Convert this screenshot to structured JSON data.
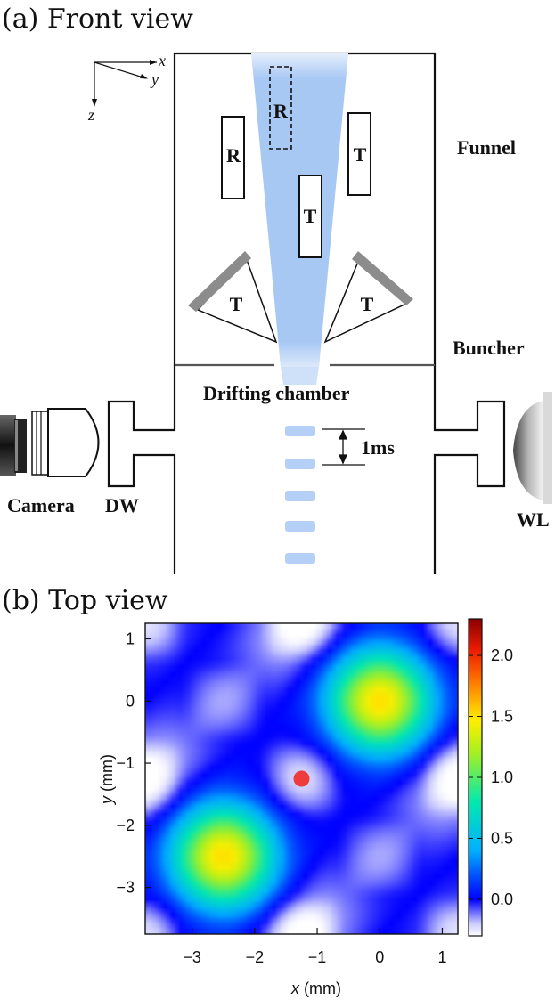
{
  "panel_a": {
    "title": "(a) Front view",
    "labels": {
      "funnel": "Funnel",
      "buncher": "Buncher",
      "drifting": "Drifting chamber",
      "interval": "1ms",
      "camera": "Camera",
      "dw": "DW",
      "wl": "WL"
    },
    "mirrors": {
      "r": "R",
      "t": "T"
    },
    "axes": {
      "x": "x",
      "y": "y",
      "z": "z"
    }
  },
  "panel_b": {
    "title": "(b) Top view",
    "xlabel_var": "x",
    "xlabel_unit": " (mm)",
    "ylabel_var": "y",
    "ylabel_unit": " (mm)"
  },
  "colors": {
    "beam": "#a8c8f4",
    "mirror_gray": "#8c8c8c",
    "marker": "#ee3b3b"
  },
  "chart_data": {
    "type": "heatmap",
    "xlim": [
      -3.75,
      1.25
    ],
    "ylim": [
      -3.75,
      1.25
    ],
    "xticks": [
      -3,
      -2,
      -1,
      0,
      1
    ],
    "yticks": [
      -3,
      -2,
      -1,
      0,
      1
    ],
    "xtick_labels": [
      "−3",
      "−2",
      "−1",
      "0",
      "1"
    ],
    "ytick_labels": [
      "−3",
      "−2",
      "−1",
      "0",
      "1"
    ],
    "colorbar": {
      "range": [
        -0.3,
        2.3
      ],
      "ticks": [
        0.0,
        0.5,
        1.0,
        1.5,
        2.0
      ],
      "tick_labels": [
        "0.0",
        "0.5",
        "1.0",
        "1.5",
        "2.0"
      ]
    },
    "peaks": [
      {
        "x": 0.0,
        "y": 0.0,
        "value": 1.55
      },
      {
        "x": -2.5,
        "y": -2.5,
        "value": 1.55
      }
    ],
    "marker": {
      "x": -1.25,
      "y": -1.25
    }
  }
}
